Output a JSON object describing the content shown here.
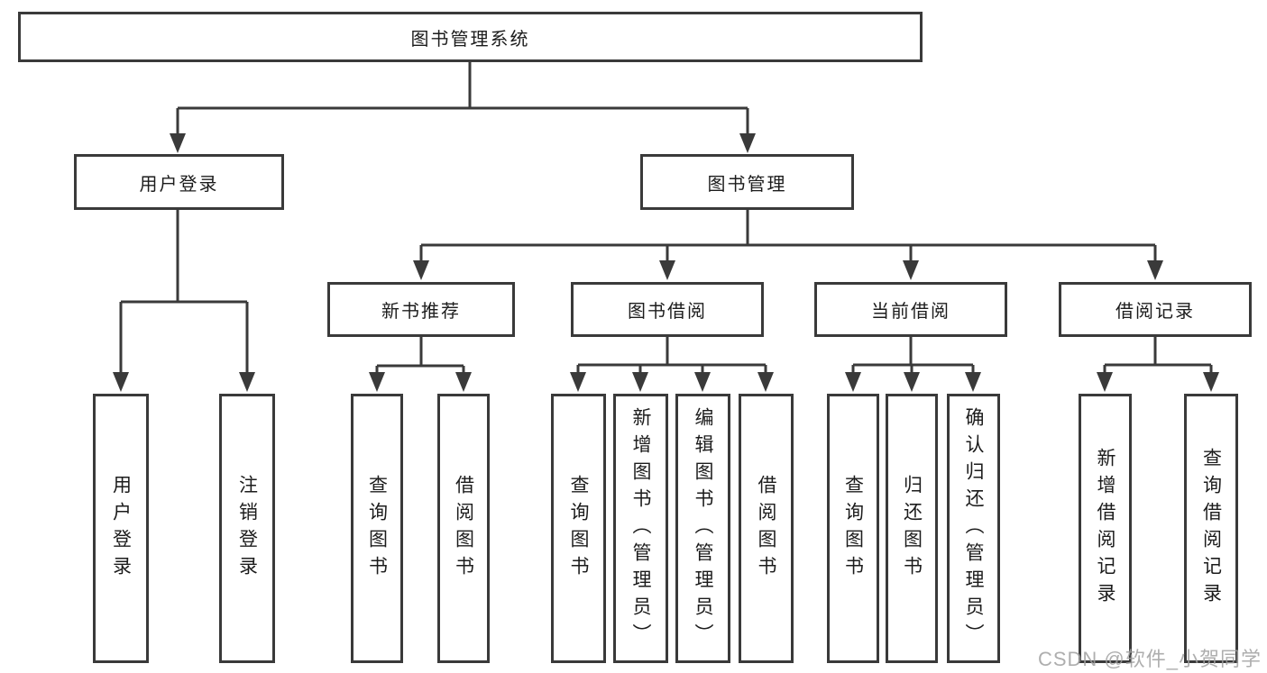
{
  "colors": {
    "line": "#3a3a3a",
    "text": "#1c1c1c",
    "background": "#ffffff",
    "watermark": "#a0a0a0"
  },
  "tree": {
    "root": {
      "label": "图书管理系统",
      "children": [
        {
          "label": "用户登录",
          "children": [
            {
              "label": "用户登录"
            },
            {
              "label": "注销登录"
            }
          ]
        },
        {
          "label": "图书管理",
          "children": [
            {
              "label": "新书推荐",
              "children": [
                {
                  "label": "查询图书"
                },
                {
                  "label": "借阅图书"
                }
              ]
            },
            {
              "label": "图书借阅",
              "children": [
                {
                  "label": "查询图书"
                },
                {
                  "label": "新增图书（管理员）"
                },
                {
                  "label": "编辑图书（管理员）"
                },
                {
                  "label": "借阅图书"
                }
              ]
            },
            {
              "label": "当前借阅",
              "children": [
                {
                  "label": "查询图书"
                },
                {
                  "label": "归还图书"
                },
                {
                  "label": "确认归还（管理员）"
                }
              ]
            },
            {
              "label": "借阅记录",
              "children": [
                {
                  "label": "新增借阅记录"
                },
                {
                  "label": "查询借阅记录"
                }
              ]
            }
          ]
        }
      ]
    }
  },
  "watermark": {
    "text": "CSDN @软件_小贺同学"
  }
}
